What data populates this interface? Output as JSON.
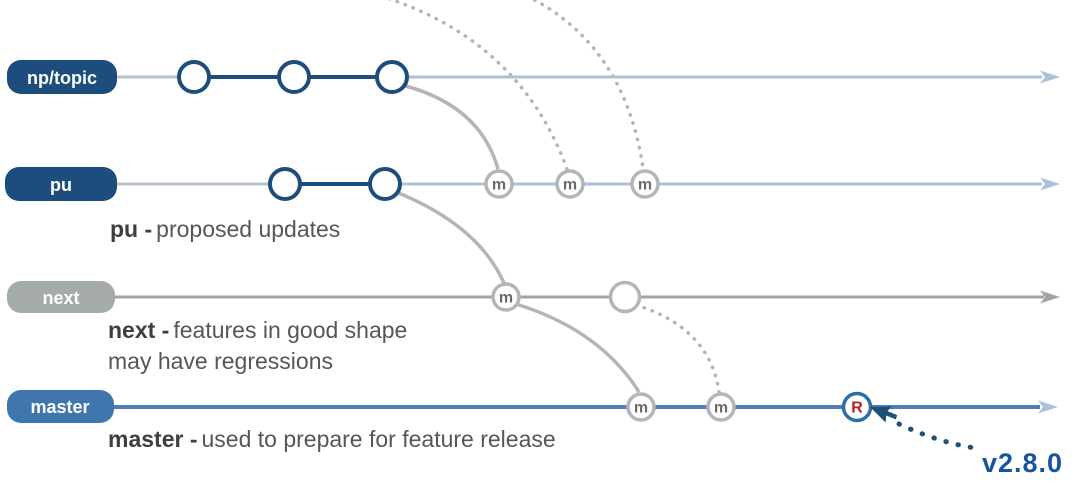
{
  "colors": {
    "navy": "#1d4d7c",
    "light_blue_line": "#a9c2dc",
    "pale_connector_line": "#b9c3ce",
    "gray_line": "#a3a3a3",
    "node_gray_border": "#b5b5b5",
    "master_line_blue": "#4d7fb7",
    "topic_label_fill": "#1d4d7c",
    "pu_label_fill": "#1d4d7c",
    "next_label_fill": "#a5aba7",
    "master_label_fill": "#3f76ae",
    "release_ring_blue": "#2e6da8",
    "release_red": "#b22222",
    "tag_blue": "#17549e",
    "cursor_navy": "#1f4e79",
    "desc_text_gray": "#565656"
  },
  "branches": [
    {
      "label": "np/topic"
    },
    {
      "label": "pu",
      "desc_bold": "pu -",
      "desc_rest": "proposed updates"
    },
    {
      "label": "next",
      "desc_bold": "next -",
      "desc_rest": "features in good shape",
      "desc_line2": "may have regressions"
    },
    {
      "label": "master",
      "desc_bold": "master -",
      "desc_rest": "used to prepare for feature release"
    }
  ],
  "nodes": {
    "merge": "m",
    "release": "R"
  },
  "release_tag": "v2.8.0"
}
